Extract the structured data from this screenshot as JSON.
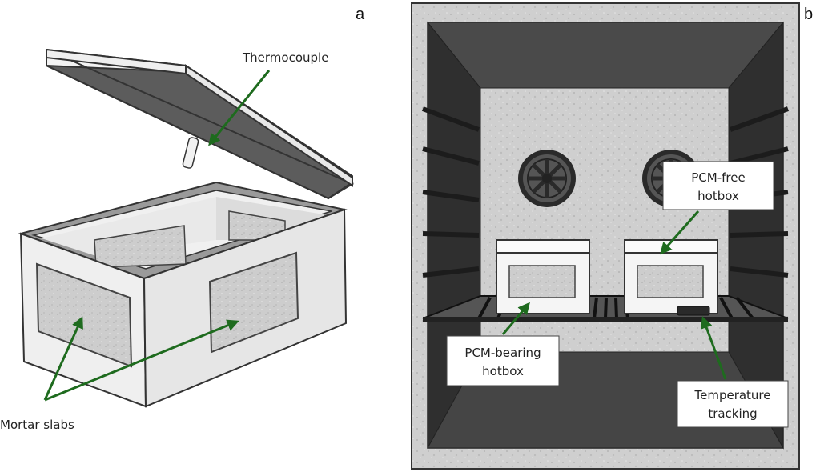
{
  "panels": {
    "a": {
      "letter": "a",
      "labels": {
        "thermocouple": "Thermocouple",
        "mortar_slabs": "Mortar slabs"
      }
    },
    "b": {
      "letter": "b",
      "labels": {
        "pcm_free_line1": "PCM-free",
        "pcm_free_line2": "hotbox",
        "pcm_bearing_line1": "PCM-bearing",
        "pcm_bearing_line2": "hotbox",
        "temp_line1": "Temperature",
        "temp_line2": "tracking"
      }
    }
  },
  "colors": {
    "arrow": "#1e6b1e",
    "chamber_dark": "#3a3a3a",
    "chamber_frame": "#8f8f8f",
    "box_white": "#f4f4f4",
    "mortar": "#c9c9c9"
  }
}
